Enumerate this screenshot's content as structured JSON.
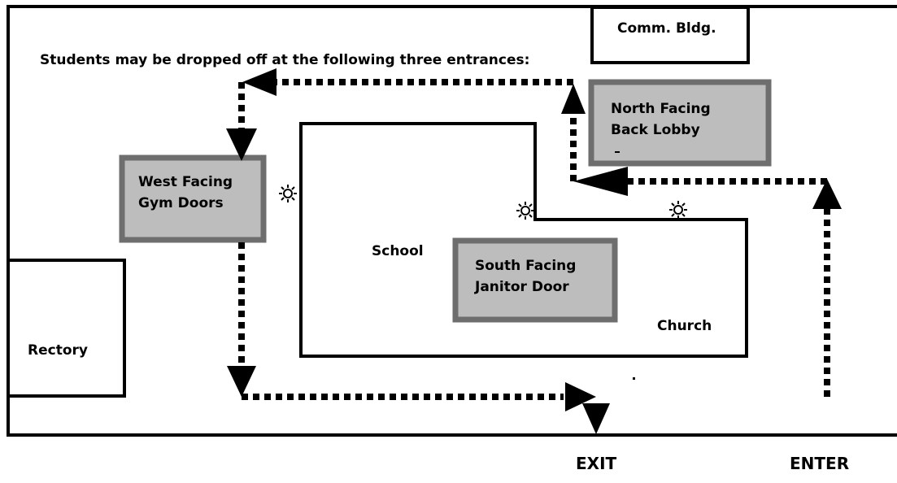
{
  "notice": "Students may be dropped off at the following three entrances:",
  "buildings": {
    "comm": "Comm. Bldg.",
    "school": "School",
    "church": "Church",
    "rectory": "Rectory"
  },
  "entrances": {
    "north": {
      "line1": "North Facing",
      "line2": "Back Lobby"
    },
    "west": {
      "line1": "West Facing",
      "line2": "Gym Doors"
    },
    "south": {
      "line1": "South Facing",
      "line2": "Janitor Door"
    }
  },
  "exit_label": "EXIT",
  "enter_label": "ENTER",
  "colors": {
    "entrance_fill": "#bdbdbd",
    "entrance_border": "#707070",
    "line": "#000000"
  }
}
